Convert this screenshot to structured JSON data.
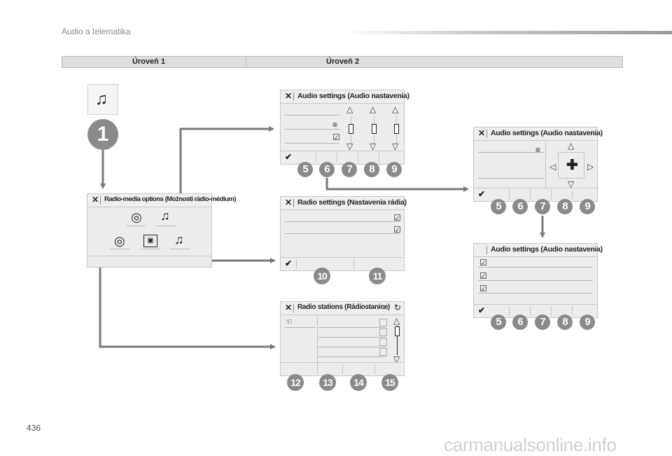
{
  "header": {
    "section": "Audio a telematika",
    "page": "436"
  },
  "levels": {
    "level1": "Úroveň 1",
    "level2": "Úroveň 2"
  },
  "step": "1",
  "panels": {
    "radio_media": {
      "title": "Radio-media options (Možnosti rádio-médium)"
    },
    "audio_main": {
      "title": "Audio settings (Audio nastavenia)"
    },
    "audio_right1": {
      "title": "Audio settings (Audio nastavenia)"
    },
    "audio_right2": {
      "title": "Audio settings (Audio nastavenia)"
    },
    "radio_settings": {
      "title": "Radio settings (Nastavenia rádia)"
    },
    "radio_stations": {
      "title": "Radio stations (Rádiostanice)"
    }
  },
  "callouts": {
    "audio_main": [
      "5",
      "6",
      "7",
      "8",
      "9"
    ],
    "audio_right1": [
      "5",
      "6",
      "7",
      "8",
      "9"
    ],
    "audio_right2": [
      "5",
      "6",
      "7",
      "8",
      "9"
    ],
    "radio_settings": [
      "10",
      "11"
    ],
    "radio_stations": [
      "12",
      "13",
      "14",
      "15"
    ]
  },
  "icons": {
    "close": "close-icon",
    "confirm": "checkmark-icon",
    "music": "music-note-icon",
    "radio": "radio-antenna-icon",
    "contact": "contact-icon",
    "list": "list-icon",
    "checkbox": "checkbox-icon",
    "move": "crosshair-icon",
    "refresh": "refresh-icon",
    "hand": "hand-pointer-icon"
  },
  "watermark": "carmanualsonline.info",
  "colors": {
    "connector": "#7a7a7a",
    "callout": "#8a8a8a",
    "panel": "#ededed"
  }
}
